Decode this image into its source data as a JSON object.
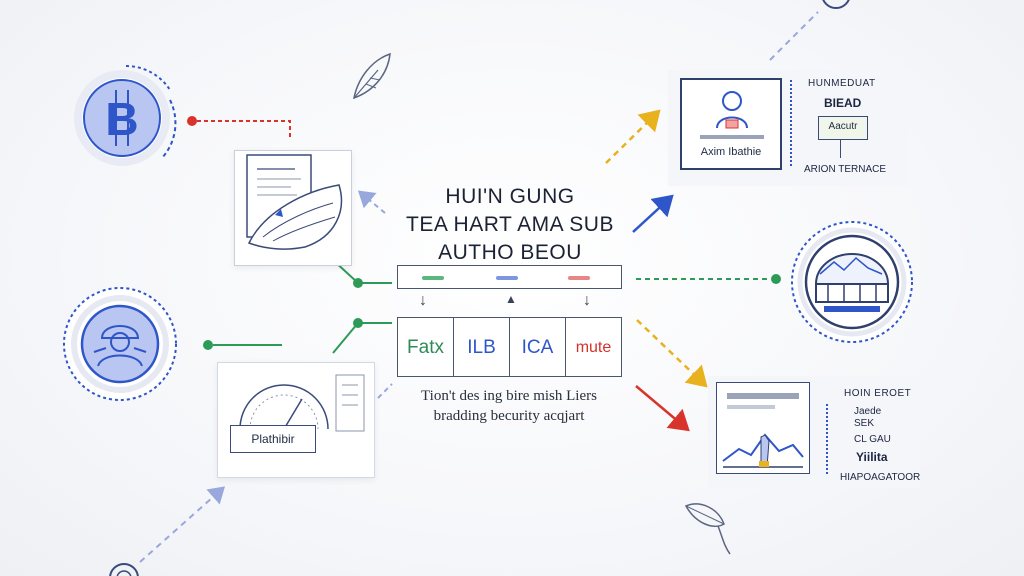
{
  "title": {
    "line1": "HUI'N GUNG",
    "line2": "TEA HART AMA SUB",
    "line3": "AUTHO BEOU"
  },
  "badges": [
    {
      "text": "Fatx",
      "color": "#2e8b57"
    },
    {
      "text": "ILB",
      "color": "#2f56c9"
    },
    {
      "text": "ICA",
      "color": "#2f56c9"
    },
    {
      "text": "mute",
      "color": "#d2332b"
    }
  ],
  "caption": {
    "line1": "Tion't des ing bire mish Liers",
    "line2": "bradding becurity acqjart"
  },
  "bar_ticks": [
    {
      "color": "#5cb77f"
    },
    {
      "color": "#7d96e0"
    },
    {
      "color": "#e98585"
    }
  ],
  "left_card_bottom": {
    "label": "Plathibir"
  },
  "right_top_card": {
    "box_label": "Axim Ibathie",
    "side_lines": [
      "HUNMEDUAT",
      "BIEAD",
      "Aacutr"
    ],
    "footer": "ARION TERNACE"
  },
  "right_bottom_card": {
    "side_header": "HOIN EROET",
    "side_lines": [
      "Jaede",
      "SEK",
      "CL GAU",
      "Yiilita"
    ],
    "footer": "HIAPOAGATOOR"
  },
  "colors": {
    "accent_blue": "#2f56c9",
    "accent_green": "#2e9a57",
    "accent_red": "#d9342b",
    "accent_yellow": "#e8b21e",
    "line_dark": "#3a4a7a"
  },
  "icons": {
    "top_left_circle": "bitcoin-icon",
    "mid_left_circle": "hacker-icon",
    "right_circle": "dome-server-icon",
    "top_right_card": "user-icon",
    "bottom_right_card": "chart-icon",
    "left_top_card": "document-icon",
    "left_bottom_card": "gauge-icon"
  }
}
